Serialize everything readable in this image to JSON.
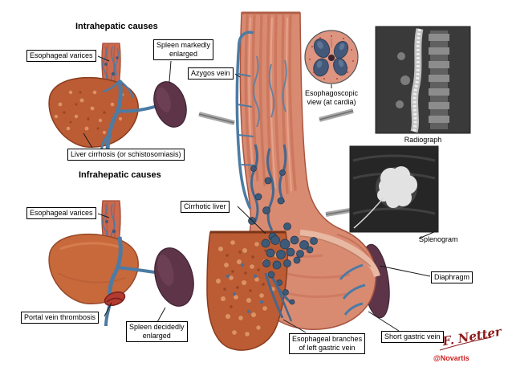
{
  "palette": {
    "liver": "#bb5c35",
    "spleen": "#5e3548",
    "vein": "#4d7ba3",
    "varix": "#3d5a78",
    "esophagus": "#d98b72",
    "accent_red": "#cc2020"
  },
  "intrahepatic": {
    "title": "Intrahepatic causes",
    "esophageal_varices": "Esophageal varices",
    "spleen": "Spleen markedly\nenlarged",
    "liver": "Liver cirrhosis (or schistosomiasis)"
  },
  "infrahepatic": {
    "title": "Infrahepatic causes",
    "esophageal_varices": "Esophageal varices",
    "portal_vein": "Portal vein thrombosis",
    "spleen": "Spleen decidedly\nenlarged"
  },
  "central": {
    "azygos": "Azygos vein",
    "esophagoscopic": "Esophagoscopic\nview (at cardia)",
    "cirrhotic_liver": "Cirrhotic liver",
    "esophageal_branches": "Esophageal branches\nof left gastric vein",
    "short_gastric": "Short gastric vein"
  },
  "right": {
    "radiograph": "Radiograph",
    "splenogram": "Splenogram",
    "diaphragm": "Diaphragm"
  },
  "signature": "F. Netter",
  "copyright": "@Novartis"
}
